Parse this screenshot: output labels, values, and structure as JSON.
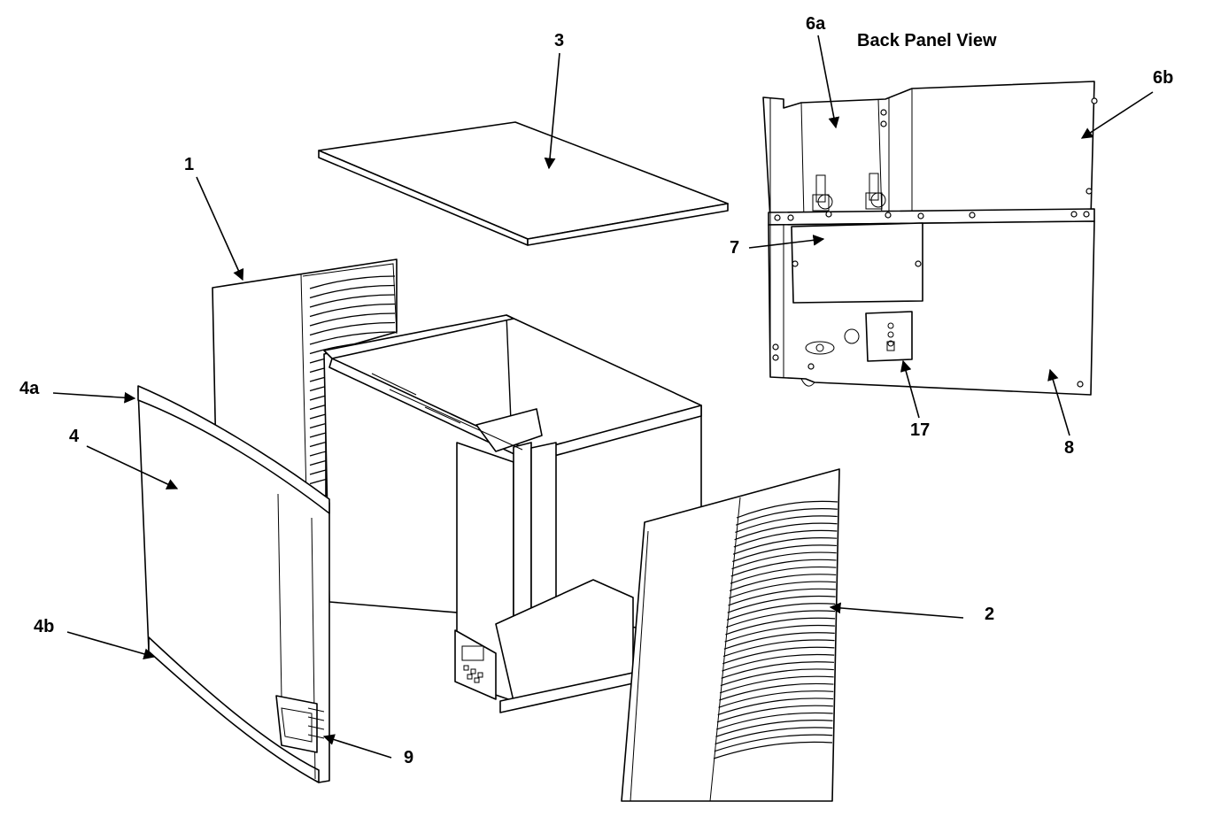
{
  "title": "Back Panel View",
  "callouts": {
    "c1": "1",
    "c2": "2",
    "c3": "3",
    "c4": "4",
    "c4a": "4a",
    "c4b": "4b",
    "c6a": "6a",
    "c6b": "6b",
    "c7": "7",
    "c8": "8",
    "c9": "9",
    "c17": "17"
  }
}
